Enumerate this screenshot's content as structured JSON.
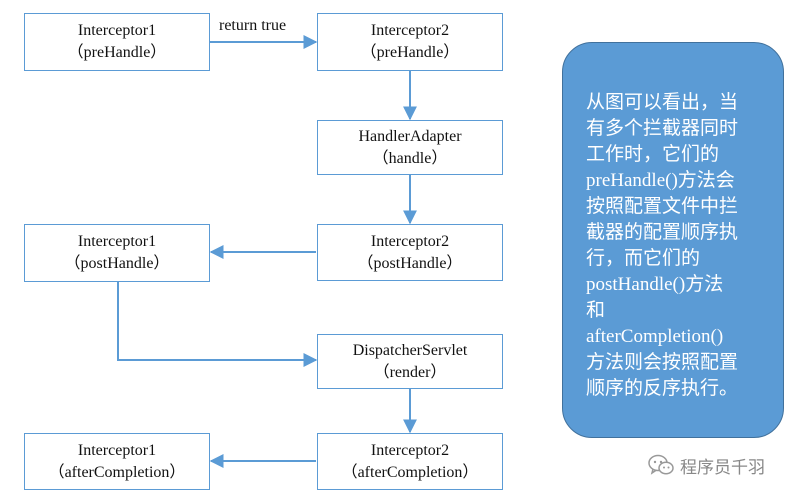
{
  "nodes": {
    "interceptor1_prehandle": [
      "Interceptor1",
      "（preHandle）"
    ],
    "interceptor2_prehandle": [
      "Interceptor2",
      "（preHandle）"
    ],
    "handler_adapter": [
      "HandlerAdapter",
      "（handle）"
    ],
    "interceptor2_posthandle": [
      "Interceptor2",
      "（postHandle）"
    ],
    "interceptor1_posthandle": [
      "Interceptor1",
      "（postHandle）"
    ],
    "dispatcher_servlet": [
      "DispatcherServlet",
      "（render）"
    ],
    "interceptor2_aftercompletion": [
      "Interceptor2",
      "（afterCompletion）"
    ],
    "interceptor1_aftercompletion": [
      "Interceptor1",
      "（afterCompletion）"
    ]
  },
  "edges": {
    "return_true_label": "return true"
  },
  "note": {
    "lines": [
      "从图可以看出，当",
      "有多个拦截器同时",
      "工作时，它们的",
      "preHandle()方法会",
      "按照配置文件中拦",
      "截器的配置顺序执",
      "行，而它们的",
      "postHandle()方法",
      "和",
      "afterCompletion()",
      "方法则会按照配置",
      "顺序的反序执行。"
    ]
  },
  "watermark": {
    "text": "程序员千羽",
    "icon": "wechat-icon"
  },
  "colors": {
    "box_border": "#5b9bd5",
    "arrow": "#5b9bd5",
    "note_fill": "#5b9bd5",
    "note_border": "#41719c",
    "note_text": "#ffffff"
  }
}
